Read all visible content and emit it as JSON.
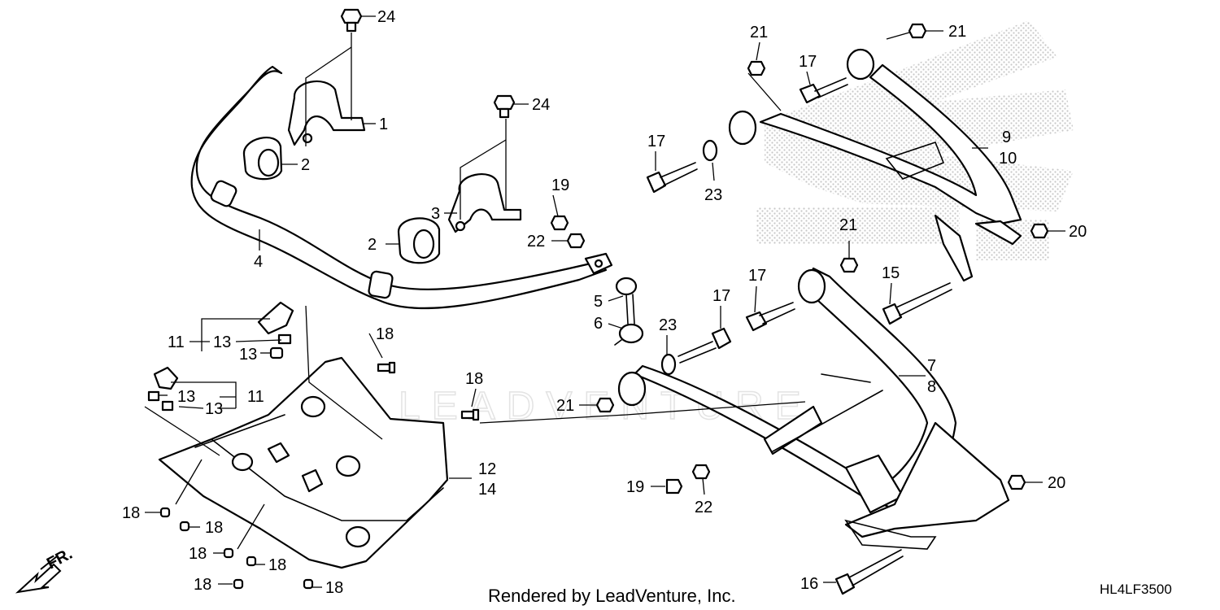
{
  "callouts": [
    {
      "id": "c24a",
      "text": "24"
    },
    {
      "id": "c1",
      "text": "1"
    },
    {
      "id": "c2a",
      "text": "2"
    },
    {
      "id": "c24b",
      "text": "24"
    },
    {
      "id": "c3",
      "text": "3"
    },
    {
      "id": "c2b",
      "text": "2"
    },
    {
      "id": "c4",
      "text": "4"
    },
    {
      "id": "c19a",
      "text": "19"
    },
    {
      "id": "c22a",
      "text": "22"
    },
    {
      "id": "c5",
      "text": "5"
    },
    {
      "id": "c6",
      "text": "6"
    },
    {
      "id": "c11a",
      "text": "11"
    },
    {
      "id": "c13a",
      "text": "13"
    },
    {
      "id": "c13b",
      "text": "13"
    },
    {
      "id": "c18a",
      "text": "18"
    },
    {
      "id": "c13c",
      "text": "13"
    },
    {
      "id": "c11b",
      "text": "11"
    },
    {
      "id": "c13d",
      "text": "13"
    },
    {
      "id": "c18b",
      "text": "18"
    },
    {
      "id": "c12",
      "text": "12"
    },
    {
      "id": "c14",
      "text": "14"
    },
    {
      "id": "c18c",
      "text": "18"
    },
    {
      "id": "c18d",
      "text": "18"
    },
    {
      "id": "c18e",
      "text": "18"
    },
    {
      "id": "c18f",
      "text": "18"
    },
    {
      "id": "c18g",
      "text": "18"
    },
    {
      "id": "c18h",
      "text": "18"
    },
    {
      "id": "c21a",
      "text": "21"
    },
    {
      "id": "c21b",
      "text": "21"
    },
    {
      "id": "c17a",
      "text": "17"
    },
    {
      "id": "c17b",
      "text": "17"
    },
    {
      "id": "c9",
      "text": "9"
    },
    {
      "id": "c10",
      "text": "10"
    },
    {
      "id": "c23a",
      "text": "23"
    },
    {
      "id": "c21c",
      "text": "21"
    },
    {
      "id": "c20a",
      "text": "20"
    },
    {
      "id": "c17c",
      "text": "17"
    },
    {
      "id": "c17d",
      "text": "17"
    },
    {
      "id": "c15",
      "text": "15"
    },
    {
      "id": "c23b",
      "text": "23"
    },
    {
      "id": "c7",
      "text": "7"
    },
    {
      "id": "c8",
      "text": "8"
    },
    {
      "id": "c21d",
      "text": "21"
    },
    {
      "id": "c19b",
      "text": "19"
    },
    {
      "id": "c22b",
      "text": "22"
    },
    {
      "id": "c20b",
      "text": "20"
    },
    {
      "id": "c16",
      "text": "16"
    }
  ],
  "front_indicator": "FR.",
  "watermark": "LEADVENTURE",
  "credit": "Rendered by LeadVenture, Inc.",
  "diagram_code": "HL4LF3500"
}
